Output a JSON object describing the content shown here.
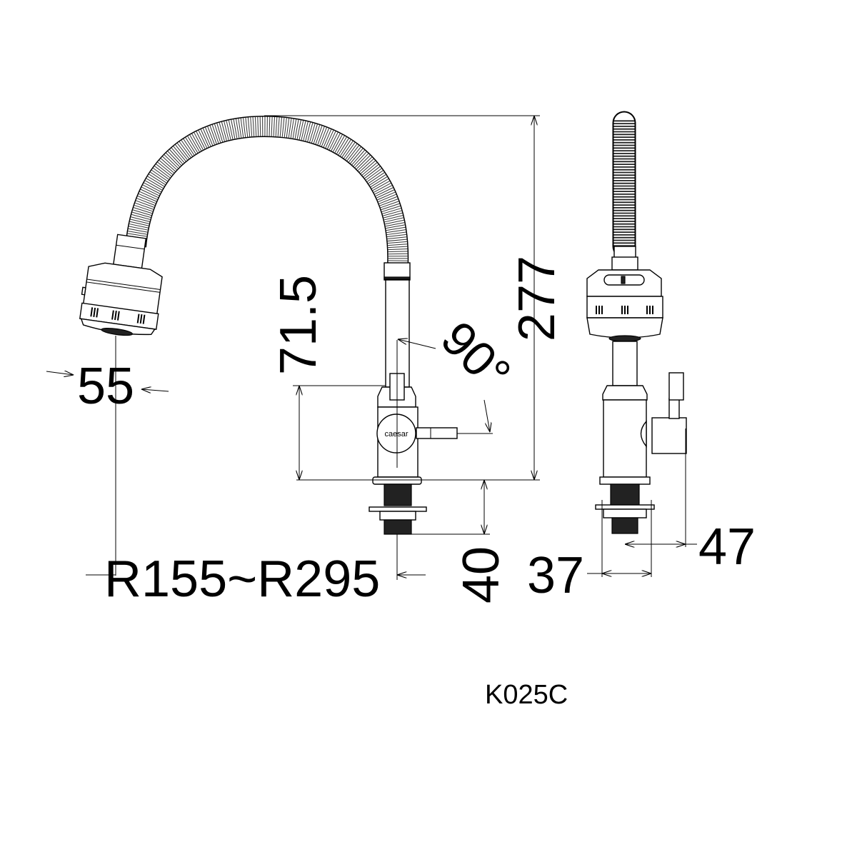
{
  "drawing": {
    "model_code": "K025C",
    "brand_logo": "caesar",
    "dimensions": {
      "head_width": "55",
      "reach_range": "R155~R295",
      "spout_height": "277",
      "body_height": "71.5",
      "rotation_angle": "90°",
      "shank_length": "40",
      "base_width": "37",
      "handle_offset": "47"
    }
  }
}
